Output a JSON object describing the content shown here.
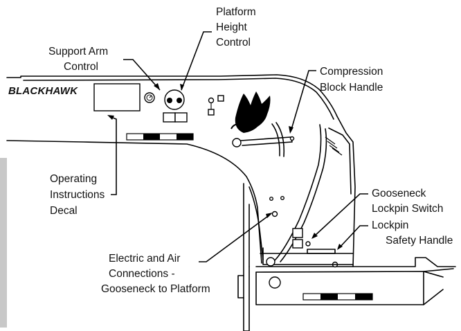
{
  "brand": "BLACKHAWK",
  "callouts": {
    "platform_height": [
      "Platform",
      "Height",
      "Control"
    ],
    "support_arm": [
      "Support Arm",
      "Control"
    ],
    "compression": [
      "Compression",
      "Block Handle"
    ],
    "operating": [
      "Operating",
      "Instructions",
      "Decal"
    ],
    "gooseneck_switch": [
      "Gooseneck",
      "Lockpin Switch"
    ],
    "lockpin_safety": [
      "Lockpin",
      "Safety Handle"
    ],
    "electric_air": [
      "Electric and Air",
      "Connections -",
      "Gooseneck to Platform"
    ]
  },
  "colors": {
    "line": "#000000",
    "side_bar": "#c8c8c8"
  },
  "icons": [
    "gauge-icon",
    "hawk-logo-icon",
    "toggle-switch-icon"
  ]
}
